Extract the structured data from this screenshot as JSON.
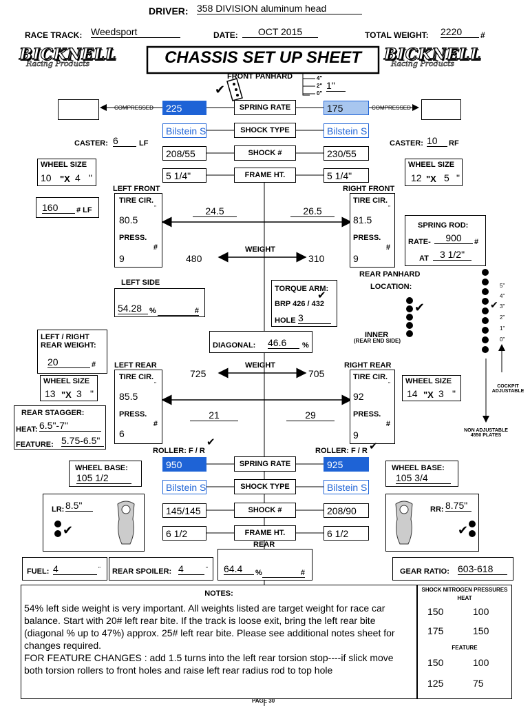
{
  "header": {
    "driver_label": "DRIVER:",
    "driver_value": "358 DIVISION aluminum head",
    "race_track_label": "RACE TRACK:",
    "race_track_value": "Weedsport",
    "date_label": "DATE:",
    "date_value": "OCT 2015",
    "total_weight_label": "TOTAL WEIGHT:",
    "total_weight_value": "2220",
    "total_weight_unit": "#",
    "title": "CHASSIS SET UP SHEET",
    "logo_text": "BICKNELL",
    "logo_sub": "Racing Products"
  },
  "front_panhard": {
    "label": "FRONT PANHARD",
    "opt_4": "4\"",
    "opt_2": "2\"",
    "opt_0": "0\"",
    "value": "1\"",
    "unit": "\""
  },
  "front": {
    "compressed_left": "COMPRESSED",
    "compressed_right": "COMPRESSED",
    "spring_rate_label": "SPRING RATE",
    "spring_lf": "225",
    "spring_rf": "175",
    "shock_type_label": "SHOCK TYPE",
    "shock_type_lf": "Bilstein S",
    "shock_type_rf": "Bilstein S",
    "shock_num_label": "SHOCK #",
    "shock_num_lf": "208/55",
    "shock_num_rf": "230/55",
    "frame_ht_label": "FRAME HT.",
    "frame_ht_lf": "5 1/4\"",
    "frame_ht_rf": "5 1/4\"",
    "caster_label": "CASTER:",
    "caster_lf": "6",
    "caster_lf_suffix": "LF",
    "caster_rf": "10",
    "caster_rf_suffix": "RF",
    "wheel_size_label": "WHEEL SIZE",
    "wheel_lf_a": "10",
    "wheel_lf_b": "4",
    "wheel_rf_a": "12",
    "wheel_rf_b": "5",
    "x_mark": "\"X",
    "inch": "\"",
    "lf_label": "LEFT FRONT",
    "rf_label": "RIGHT FRONT",
    "tire_cir_label": "TIRE CIR.",
    "tire_cir_lf": "80.5",
    "tire_cir_rf": "81.5",
    "press_label": "PRESS.",
    "press_lf": "9",
    "press_rf": "9",
    "hash": "#",
    "lf_weight_val": "160",
    "lf_weight_suffix": "# LF",
    "track_lf": "24.5",
    "track_rf": "26.5",
    "weight_label": "WEIGHT",
    "weight_lf": "480",
    "weight_rf": "310"
  },
  "spring_rod": {
    "label": "SPRING ROD:",
    "rate_label": "RATE-",
    "rate_value": "900",
    "rate_unit": "#",
    "at_label": "AT",
    "at_value": "3 1/2\"",
    "at_unit": "\""
  },
  "left_side": {
    "label": "LEFT SIDE",
    "value": "54.28",
    "pct": "%",
    "hash": "#"
  },
  "torque_arm": {
    "label": "TORQUE ARM:",
    "model": "BRP 426 / 432",
    "hole_label": "HOLE",
    "hole_value": "3"
  },
  "rear_panhard": {
    "label": "REAR PANHARD",
    "location_label": "LOCATION:",
    "inner_label": "INNER",
    "inner_sub": "(REAR END SIDE)",
    "opt_5": "5\"",
    "opt_4": "4\"",
    "opt_3": "3\"",
    "opt_2": "2\"",
    "opt_1": "1\"",
    "opt_0": "0\"",
    "cockpit_label": "COCKPIT ADJUSTABLE",
    "non_adjustable_label": "NON ADJUSTABLE 4550 PLATES"
  },
  "rear": {
    "lr_weight_label": "LEFT / RIGHT REAR WEIGHT:",
    "lr_weight_value": "20",
    "diagonal_label": "DIAGONAL:",
    "diagonal_value": "46.6",
    "diagonal_pct": "%",
    "lr_label": "LEFT REAR",
    "rr_label": "RIGHT REAR",
    "weight_label": "WEIGHT",
    "weight_lr": "725",
    "weight_rr": "705",
    "tire_cir_label": "TIRE CIR.",
    "tire_cir_lr": "85.5",
    "tire_cir_rr": "92",
    "press_label": "PRESS.",
    "press_lr": "6",
    "press_rr": "9",
    "track_lr": "21",
    "track_rr": "29",
    "wheel_size_label": "WHEEL SIZE",
    "wheel_lr_a": "13",
    "wheel_lr_b": "3",
    "wheel_rr_a": "14",
    "wheel_rr_b": "3",
    "stagger_label": "REAR STAGGER:",
    "heat_label": "HEAT:",
    "heat_value": "6.5\"-7\"",
    "feature_label": "FEATURE:",
    "feature_value": "5.75-6.5\"",
    "roller_label": "ROLLER:  F / R",
    "spring_rate_label": "SPRING RATE",
    "spring_lr": "950",
    "spring_rr": "925",
    "shock_type_label": "SHOCK TYPE",
    "shock_type_lr": "Bilstein S",
    "shock_type_rr": "Bilstein S",
    "shock_num_label": "SHOCK #",
    "shock_num_lr": "145/145",
    "shock_num_rr": "208/90",
    "frame_ht_label": "FRAME HT.",
    "frame_ht_lr": "6 1/2",
    "frame_ht_rr": "6 1/2",
    "wheel_base_label": "WHEEL BASE:",
    "wheel_base_l": "105 1/2",
    "wheel_base_r": "105 3/4",
    "lr_label_short": "LR:",
    "lr_value": "8.5\"",
    "rr_label_short": "RR:",
    "rr_value": "8.75\"",
    "rear_label": "REAR",
    "rear_pct_value": "64.4",
    "rear_pct": "%",
    "hash": "#"
  },
  "bottom": {
    "fuel_label": "FUEL:",
    "fuel_value": "4",
    "spoiler_label": "REAR SPOILER:",
    "spoiler_value": "4",
    "gear_label": "GEAR RATIO:",
    "gear_value": "603-618"
  },
  "notes": {
    "title": "NOTES:",
    "text": "54% left side weight is very important. All weights listed are target weight for race car balance. Start with 20# left rear bite. If the track is loose exit, bring the left rear bite (diagonal % up to 47%) approx. 25# left rear bite. Please see additional notes sheet for changes required.\nFOR FEATURE CHANGES : add 1.5 turns into the left rear torsion stop----if slick move both torsion rollers to front holes and raise left rear radius rod to top hole"
  },
  "nitrogen": {
    "title": "SHOCK NITROGEN PRESSURES",
    "heat_label": "HEAT",
    "feature_label": "FEATURE",
    "heat_rows": [
      [
        "150",
        "100"
      ],
      [
        "175",
        "150"
      ]
    ],
    "feature_rows": [
      [
        "150",
        "100"
      ],
      [
        "125",
        "75"
      ]
    ]
  },
  "footer": {
    "page": "PAGE 30"
  },
  "check_mark": "✔"
}
